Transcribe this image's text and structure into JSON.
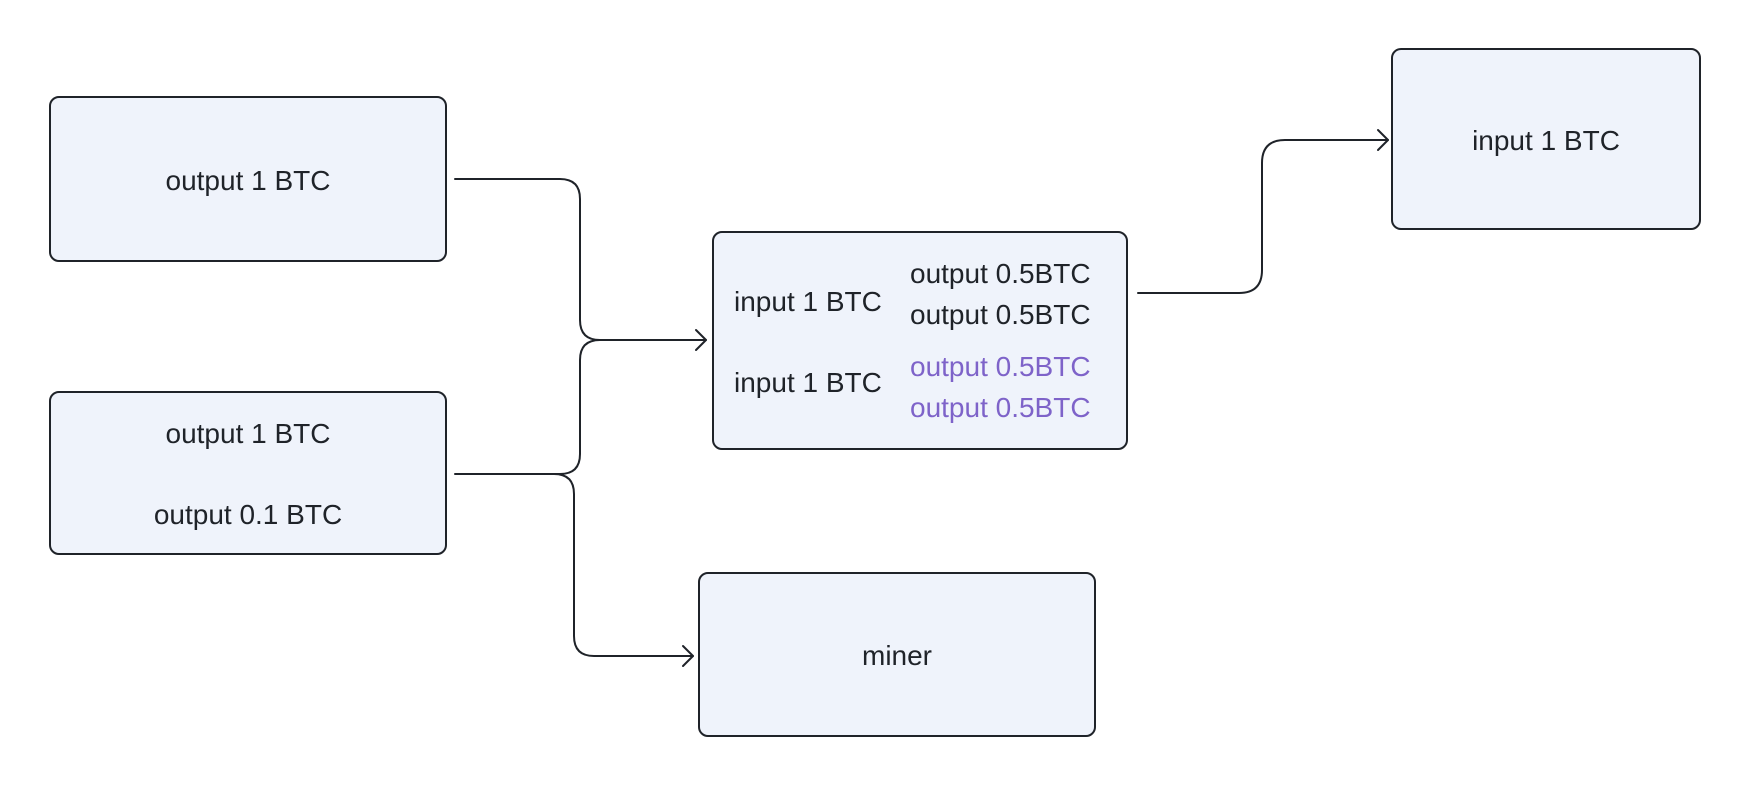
{
  "colors": {
    "node_fill": "#eff3fb",
    "stroke": "#1f2329",
    "text": "#1f2329",
    "highlight_text": "#7e63c9"
  },
  "nodes": {
    "tx_a": {
      "output": "output 1 BTC"
    },
    "tx_b": {
      "output_main": "output 1 BTC",
      "output_fee": "output 0.1 BTC"
    },
    "tx_mid": {
      "input_1": "input 1 BTC",
      "input_2": "input 1 BTC",
      "output_1": "output 0.5BTC",
      "output_2": "output 0.5BTC",
      "output_3": "output 0.5BTC",
      "output_4": "output 0.5BTC"
    },
    "tx_right": {
      "input": "input 1 BTC"
    },
    "miner": {
      "label": "miner"
    }
  },
  "edges": [
    {
      "from": "tx_a",
      "to": "tx_mid"
    },
    {
      "from": "tx_b",
      "to": "tx_mid"
    },
    {
      "from": "tx_b",
      "to": "miner"
    },
    {
      "from": "tx_mid",
      "to": "tx_right"
    }
  ]
}
